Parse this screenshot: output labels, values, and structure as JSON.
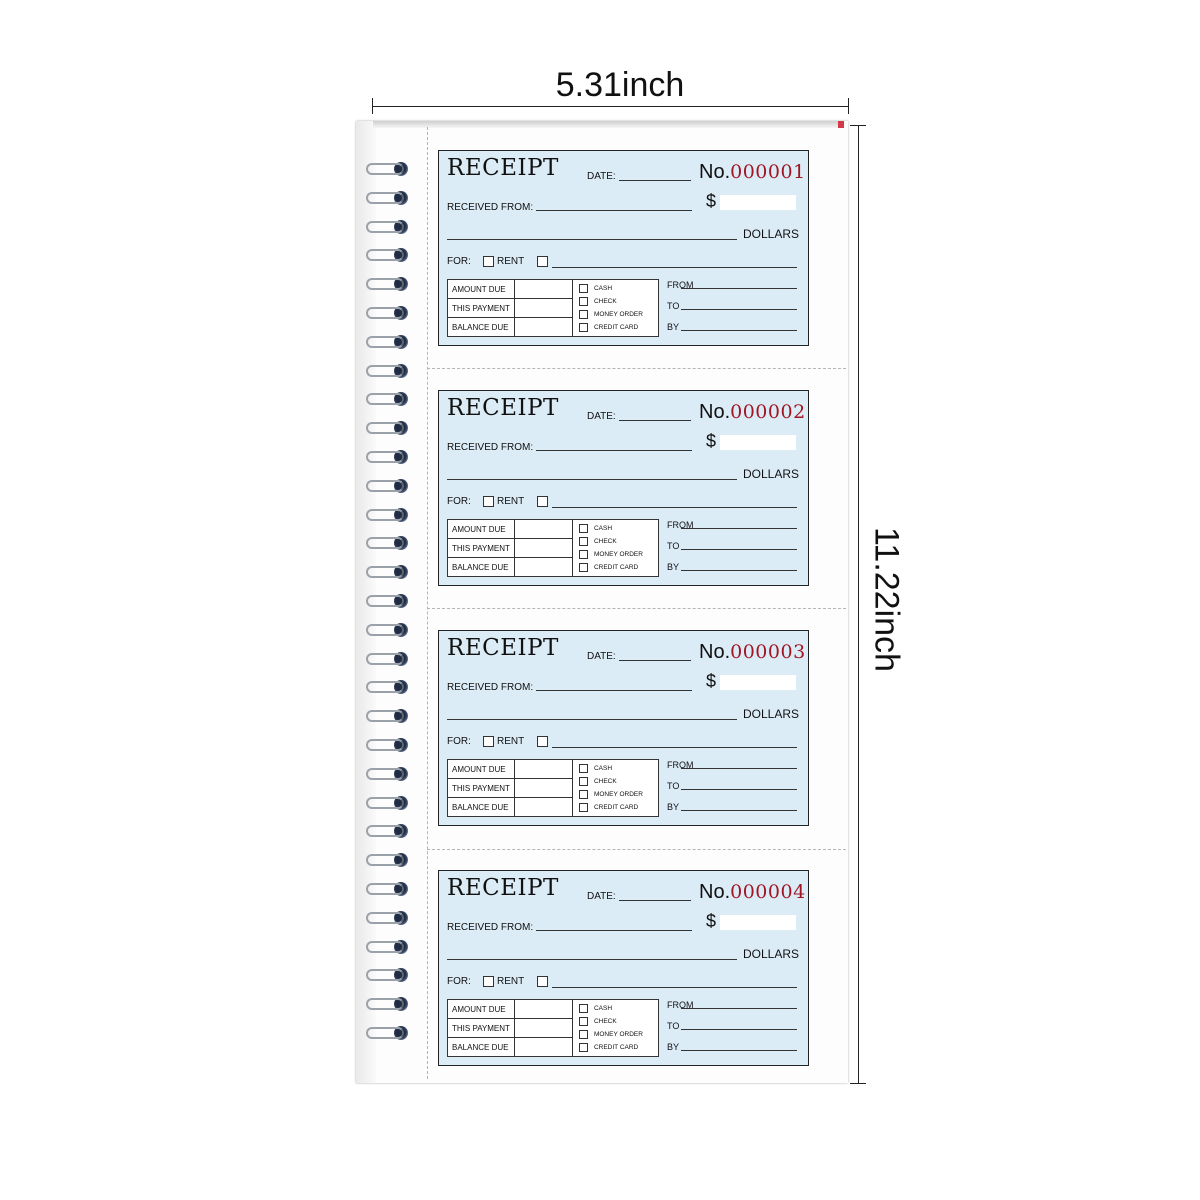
{
  "dimensions": {
    "width_label": "5.31inch",
    "height_label": "11.22inch"
  },
  "receipt_template": {
    "title": "RECEIPT",
    "date_label": "DATE:",
    "no_label": "No.",
    "received_from_label": "RECEIVED FROM:",
    "dollar_sign": "$",
    "dollars_label": "DOLLARS",
    "for_label": "FOR:",
    "rent_label": "RENT",
    "table_rows": [
      "AMOUNT DUE",
      "THIS PAYMENT",
      "BALANCE DUE"
    ],
    "payment_methods": [
      "CASH",
      "CHECK",
      "MONEY ORDER",
      "CREDIT CARD"
    ],
    "from_label": "FROM",
    "to_label": "TO",
    "by_label": "BY"
  },
  "receipts": [
    {
      "number": "000001"
    },
    {
      "number": "000002"
    },
    {
      "number": "000003"
    },
    {
      "number": "000004"
    }
  ],
  "colors": {
    "receipt_bg": "#dcecf7",
    "number_red": "#a01622",
    "spiral_hole": "#1f2c44"
  }
}
